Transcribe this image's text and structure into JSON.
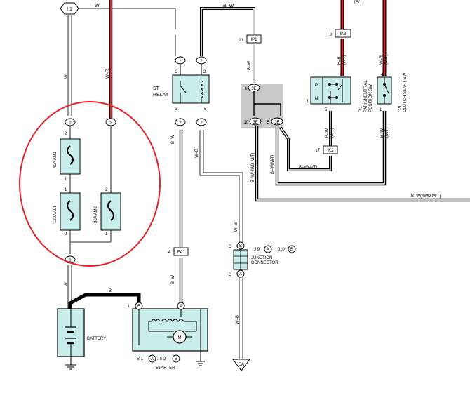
{
  "circuit_labels": {
    "terminal_i1": "I 1",
    "w_top": "W",
    "bw_top": "B–W",
    "at_top": "(A/T)",
    "ip1_pin": "21",
    "ip1": "IP1",
    "ik3_pin": "8",
    "ik3": "IK3",
    "w_left": "W",
    "wr_left": "W–R",
    "pin2_relay_a": "2",
    "pin2_relay_b": "2",
    "st_relay": "ST\nRELAY",
    "pin3_relay": "3",
    "pin5_relay": "5",
    "pin2_relay_c": "2",
    "pin2_relay_d": "2",
    "bw_vert1": "B–W",
    "bw_vert2": "B–W",
    "br_at": "B–R\n(A/T)",
    "wr_mt": "W–R\n(M/T)",
    "pin6_p": "6",
    "pin4_c": "4",
    "park_switch": "P 1\nPARK/NEUTRAL\nPOSITION SW",
    "clutch_switch": "C 9\nCLUTCH START SW",
    "p_label": "P",
    "n_label": "N",
    "pin1_p": "1",
    "pin5_p": "5",
    "pin1_c": "1",
    "jb_pin6": "6",
    "jb_3e_top": "3E",
    "jb_pin10": "10",
    "jb_3e_left": "3E",
    "jb_pin5": "5",
    "jb_3e_right": "3E",
    "fuse_40": "40A AM1",
    "fuse_120": "120A ALT",
    "fuse_30": "30A AM2",
    "pin2_fuse_top_a": "2",
    "pin2_fuse_top_b": "2",
    "pin1_fuse_mid": "1",
    "pin1_alt_top": "1",
    "pin2_am2_top": "2",
    "pin2_alt_bot": "2",
    "pin1_am2_bot": "1",
    "pin2_bottom": "2",
    "w_low": "W",
    "w_lower": "W",
    "wb_mid": "W–B",
    "bw_4wd_mt": "B–W(4WD M/T)",
    "bw_mt": "B–W(M/T)",
    "bw_at_h": "B–W(A/T)",
    "bw_at_v": "B–W\n(A/T)",
    "ik2_pin": "17",
    "ik2": "IK2",
    "bw_4wd_mt_right": "B–W(4WD M/T)",
    "ea1_pin": "4",
    "ea1": "EA1",
    "bw_ea1": "B–W",
    "wb_junction": "W–B",
    "junction": "JUNCTION\nCONNECTOR",
    "j9": "J 9",
    "j10": "J10",
    "j_a": "A",
    "j_b": "B",
    "j_c": "C",
    "j_d": "D",
    "b_wire": "B",
    "pin1_starter": "1",
    "starter_b": "B",
    "starter_a": "A",
    "battery": "BATTERY",
    "motor": "M",
    "s1": "S 1",
    "s2": ", S 2",
    "starter": "STARTER",
    "wb_ground": "W–B",
    "ea": "EA",
    "w_bottom": "W"
  },
  "highlight_color": "#e0222a",
  "wire_red": "#d8242b",
  "panel_color": "#c8ece9"
}
